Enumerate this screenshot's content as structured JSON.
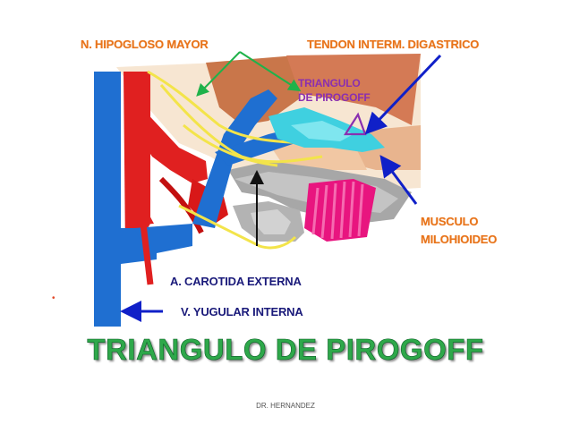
{
  "labels": {
    "hipogloso": "N. HIPOGLOSO MAYOR",
    "tendon": "TENDON INTERM. DIGASTRICO",
    "triangulo_small_line1": "TRIANGULO",
    "triangulo_small_line2": "DE PIROGOFF",
    "musculo_line1": "MUSCULO",
    "musculo_line2": "MILOHIOIDEO",
    "carotida": "A. CAROTIDA EXTERNA",
    "yugular": "V. YUGULAR INTERNA"
  },
  "title": "TRIANGULO DE PIROGOFF",
  "credit": "DR. HERNANDEZ",
  "colors": {
    "label_orange": "#e8731a",
    "title_green": "#2ea84a",
    "vein_blue": "#1f6fd1",
    "artery_red": "#e02020",
    "muscle_pink": "#e8157f",
    "arrow_green": "#1fb24a",
    "arrow_navy": "#1020c8"
  }
}
